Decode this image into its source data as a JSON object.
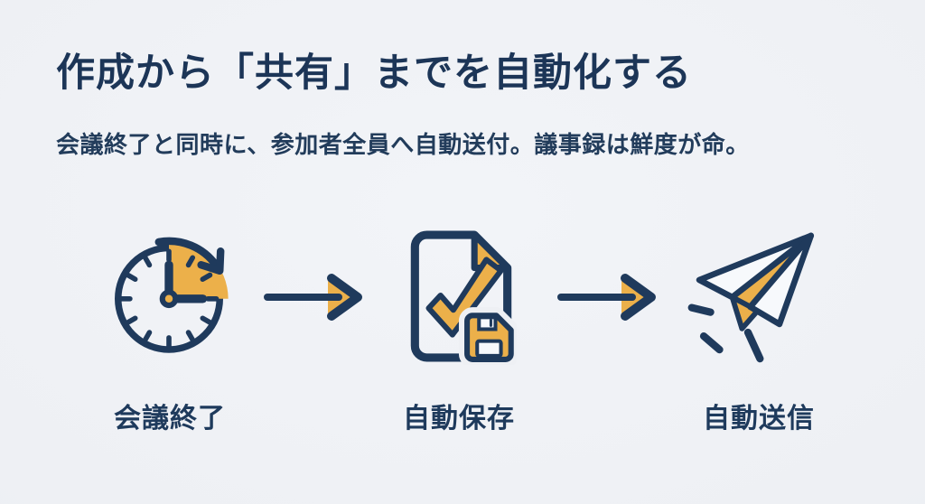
{
  "slide": {
    "title": "作成から「共有」までを自動化する",
    "subtitle": "会議終了と同時に、参加者全員へ自動送付。議事録は鮮度が命。",
    "steps": [
      {
        "label": "会議終了",
        "icon": "timer-clock-icon"
      },
      {
        "label": "自動保存",
        "icon": "document-check-save-icon"
      },
      {
        "label": "自動送信",
        "icon": "paper-plane-icon"
      }
    ],
    "colors": {
      "background": "#eef0f4",
      "text_navy": "#1d3557",
      "icon_navy": "#1f3a5c",
      "accent_orange": "#ecb04a"
    }
  }
}
